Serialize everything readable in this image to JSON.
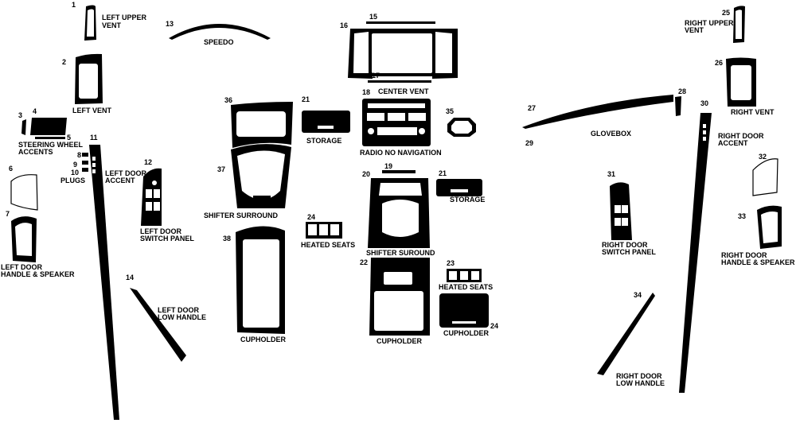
{
  "colors": {
    "part": "#000000",
    "background": "#ffffff",
    "cutout": "#ffffff"
  },
  "labels": {
    "left_upper_vent": [
      "LEFT UPPER",
      "VENT"
    ],
    "speedo": "SPEEDO",
    "left_vent": "LEFT VENT",
    "steering_wheel_accents": [
      "STEERING WHEEL",
      "ACCENTS"
    ],
    "plugs": "PLUGS",
    "left_door_accent": [
      "LEFT DOOR",
      "ACCENT"
    ],
    "left_door_switch_panel": [
      "LEFT DOOR",
      "SWITCH PANEL"
    ],
    "left_door_handle_speaker": [
      "LEFT DOOR",
      "HANDLE & SPEAKER"
    ],
    "left_door_low_handle": [
      "LEFT DOOR",
      "LOW HANDLE"
    ],
    "storage_1": "STORAGE",
    "shifter_surround_1": "SHIFTER SURROUND",
    "heated_seats_1": "HEATED SEATS",
    "cupholder_1": "CUPHOLDER",
    "center_vent": "CENTER VENT",
    "radio_no_navigation": "RADIO NO NAVIGATION",
    "shifter_surround_2": "SHIFTER SUROUND",
    "storage_2": "STORAGE",
    "heated_seats_2": "HEATED SEATS",
    "cupholder_2": "CUPHOLDER",
    "cupholder_3": "CUPHOLDER",
    "glovebox": "GLOVEBOX",
    "right_upper_vent": [
      "RIGHT UPPER",
      "VENT"
    ],
    "right_vent": "RIGHT VENT",
    "right_door_accent": [
      "RIGHT DOOR",
      "ACCENT"
    ],
    "right_door_switch_panel": [
      "RIGHT DOOR",
      "SWITCH PANEL"
    ],
    "right_door_handle_speaker": [
      "RIGHT DOOR",
      "HANDLE & SPEAKER"
    ],
    "right_door_low_handle": [
      "RIGHT DOOR",
      "LOW HANDLE"
    ]
  },
  "numbers": {
    "n1": "1",
    "n2": "2",
    "n3": "3",
    "n4": "4",
    "n5": "5",
    "n6": "6",
    "n7": "7",
    "n8": "8",
    "n9": "9",
    "n10": "10",
    "n11": "11",
    "n12": "12",
    "n13": "13",
    "n14": "14",
    "n15": "15",
    "n16": "16",
    "n17": "17",
    "n18": "18",
    "n19": "19",
    "n20": "20",
    "n21a": "21",
    "n21b": "21",
    "n22": "22",
    "n23": "23",
    "n24a": "24",
    "n24b": "24",
    "n25": "25",
    "n26": "26",
    "n27": "27",
    "n28": "28",
    "n29": "29",
    "n30": "30",
    "n31": "31",
    "n32": "32",
    "n33": "33",
    "n34": "34",
    "n35": "35",
    "n36": "36",
    "n37": "37",
    "n38": "38"
  }
}
